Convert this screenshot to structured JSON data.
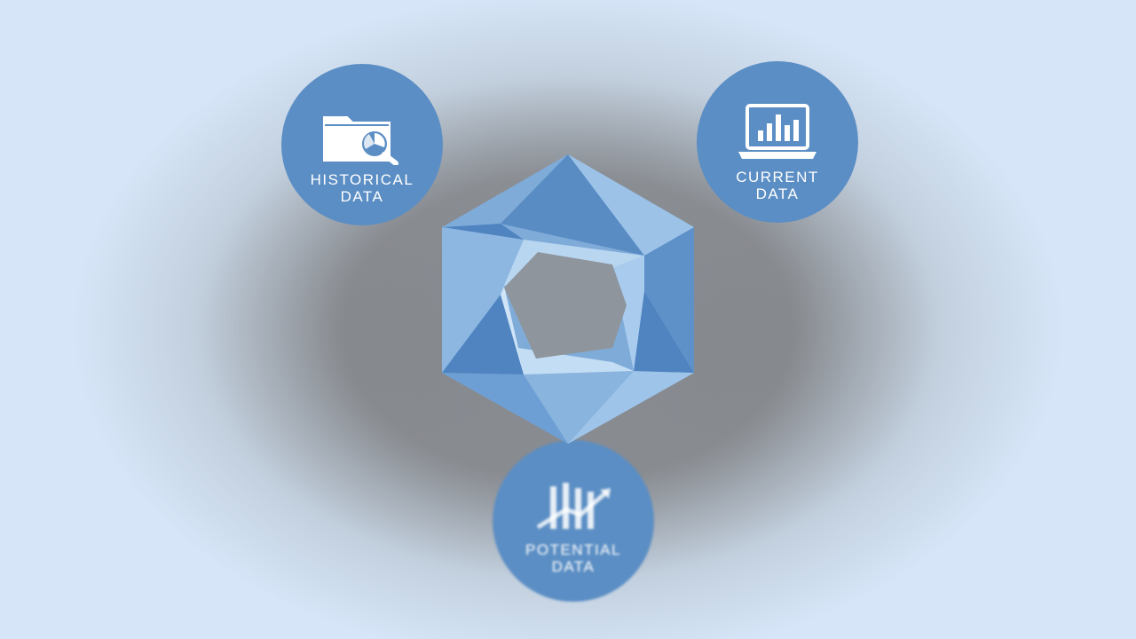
{
  "diagram": {
    "nodes": [
      {
        "id": "historical",
        "line1": "HISTORICAL",
        "line2": "DATA",
        "icon": "folder-search-icon"
      },
      {
        "id": "current",
        "line1": "CURRENT",
        "line2": "DATA",
        "icon": "laptop-bar-chart-icon"
      },
      {
        "id": "potential",
        "line1": "POTENTIAL",
        "line2": "DATA",
        "icon": "growth-bars-icon"
      }
    ],
    "center": {
      "icon": "hexagon-aperture-icon"
    }
  },
  "colors": {
    "badge": "#5b8ec4",
    "background": "#d6e6f8",
    "hex_dark": "#5a8cc4",
    "hex_mid": "#86b2dd",
    "hex_light": "#b7d4f0"
  }
}
